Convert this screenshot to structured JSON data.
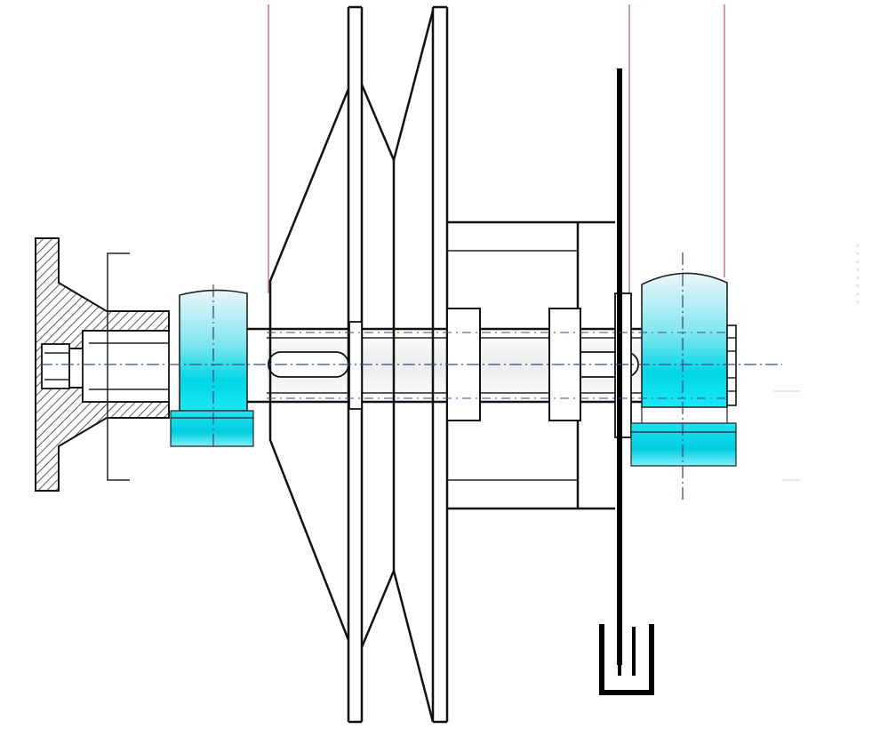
{
  "colors": {
    "line": "#111111",
    "axis": "#3a4a86",
    "reference": "#b85a6a",
    "bearing_top": "#e8f4f6",
    "bearing_mid": "#00d8e8",
    "bearing_bottom": "#0ff0ff",
    "hatch": "#333333",
    "shaft_highlight": "#f2f2f2"
  },
  "icons": [
    "hatched-flange-housing",
    "bearing-block",
    "v-belt-pulley",
    "keyway-slot",
    "bracket-plate"
  ]
}
